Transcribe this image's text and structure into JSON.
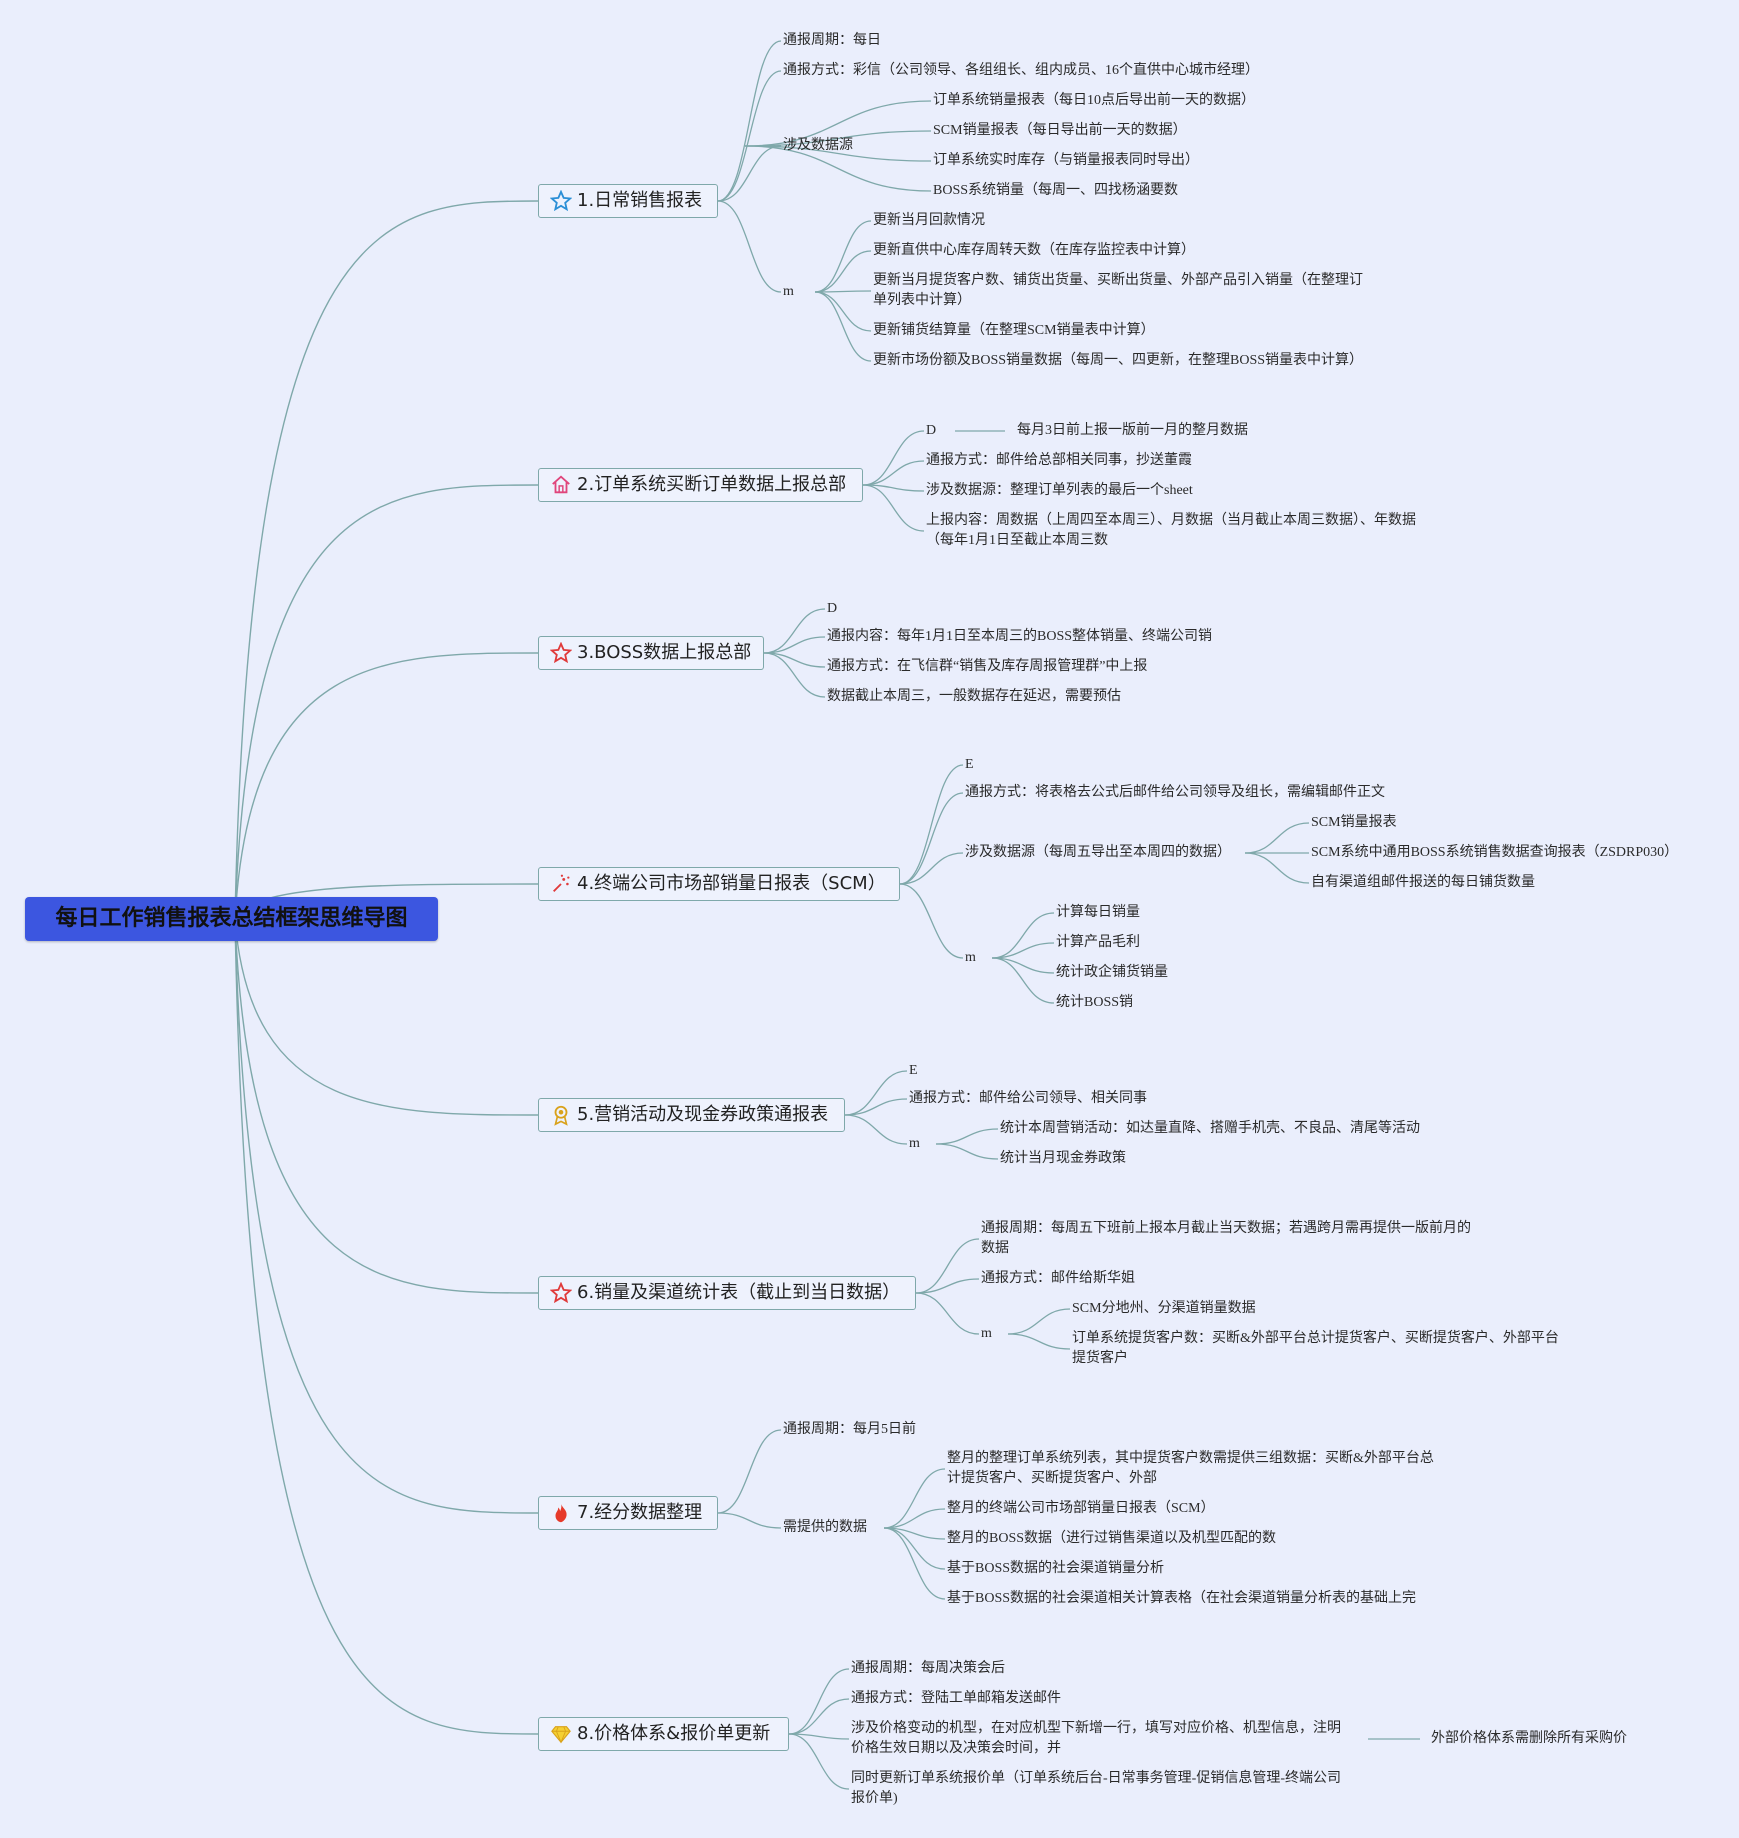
{
  "root": "每日工作销售报表总结框架思维导图",
  "colors": {
    "root_bg": "#3c56e0",
    "line": "#7fa8aa",
    "background": "#eaeefc"
  },
  "branches": [
    {
      "label": "1.日常销售报表",
      "icon": "star-outline-blue-icon",
      "children": [
        {
          "label": "通报周期：每日"
        },
        {
          "label": "通报方式：彩信（公司领导、各组组长、组内成员、16个直供中心城市经理）"
        },
        {
          "label": "涉及数据源",
          "children": [
            "订单系统销量报表（每日10点后导出前一天的数据）",
            "SCM销量报表（每日导出前一天的数据）",
            "订单系统实时库存（与销量报表同时导出）",
            "BOSS系统销量（每周一、四找杨涵要数"
          ]
        },
        {
          "label": "m",
          "children": [
            "更新当月回款情况",
            "更新直供中心库存周转天数（在库存监控表中计算）",
            "更新当月提货客户数、铺货出货量、买断出货量、外部产品引入销量（在整理订单列表中计算）",
            "更新铺货结算量（在整理SCM销量表中计算）",
            "更新市场份额及BOSS销量数据（每周一、四更新，在整理BOSS销量表中计算）"
          ]
        }
      ]
    },
    {
      "label": "2.订单系统买断订单数据上报总部",
      "icon": "home-icon",
      "children": [
        {
          "label": "D",
          "children": [
            "每月3日前上报一版前一月的整月数据"
          ]
        },
        {
          "label": "通报方式：邮件给总部相关同事，抄送董霞"
        },
        {
          "label": "涉及数据源：整理订单列表的最后一个sheet"
        },
        {
          "label": "上报内容：周数据（上周四至本周三）、月数据（当月截止本周三数据）、年数据（每年1月1日至截止本周三数"
        }
      ]
    },
    {
      "label": "3.BOSS数据上报总部",
      "icon": "star-outline-red-icon",
      "children": [
        {
          "label": "D"
        },
        {
          "label": "通报内容：每年1月1日至本周三的BOSS整体销量、终端公司销"
        },
        {
          "label": "通报方式：在飞信群“销售及库存周报管理群”中上报"
        },
        {
          "label": "数据截止本周三，一般数据存在延迟，需要预估"
        }
      ]
    },
    {
      "label": "4.终端公司市场部销量日报表（SCM）",
      "icon": "sparkle-icon",
      "children": [
        {
          "label": "E"
        },
        {
          "label": "通报方式：将表格去公式后邮件给公司领导及组长，需编辑邮件正文"
        },
        {
          "label": "涉及数据源（每周五导出至本周四的数据）",
          "children": [
            "SCM销量报表",
            "SCM系统中通用BOSS系统销售数据查询报表（ZSDRP030）",
            "自有渠道组邮件报送的每日铺货数量"
          ]
        },
        {
          "label": "m",
          "children": [
            "计算每日销量",
            "计算产品毛利",
            "统计政企铺货销量",
            "统计BOSS销"
          ]
        }
      ]
    },
    {
      "label": "5.营销活动及现金券政策通报表",
      "icon": "award-icon",
      "children": [
        {
          "label": "E"
        },
        {
          "label": "通报方式：邮件给公司领导、相关同事"
        },
        {
          "label": "m",
          "children": [
            "统计本周营销活动：如达量直降、搭赠手机壳、不良品、清尾等活动",
            "统计当月现金券政策"
          ]
        }
      ]
    },
    {
      "label": "6.销量及渠道统计表（截止到当日数据）",
      "icon": "star-outline-red-icon",
      "children": [
        {
          "label": "通报周期：每周五下班前上报本月截止当天数据；若遇跨月需再提供一版前月的数据"
        },
        {
          "label": "通报方式：邮件给斯华姐"
        },
        {
          "label": "m",
          "children": [
            "SCM分地州、分渠道销量数据",
            "订单系统提货客户数：买断&外部平台总计提货客户、买断提货客户、外部平台提货客户"
          ]
        }
      ]
    },
    {
      "label": "7.经分数据整理",
      "icon": "flame-icon",
      "children": [
        {
          "label": "通报周期：每月5日前"
        },
        {
          "label": "需提供的数据",
          "children": [
            "整月的整理订单系统列表，其中提货客户数需提供三组数据：买断&外部平台总计提货客户、买断提货客户、外部",
            "整月的终端公司市场部销量日报表（SCM）",
            "整月的BOSS数据（进行过销售渠道以及机型匹配的数",
            "基于BOSS数据的社会渠道销量分析",
            "基于BOSS数据的社会渠道相关计算表格（在社会渠道销量分析表的基础上完"
          ]
        }
      ]
    },
    {
      "label": "8.价格体系&报价单更新",
      "icon": "diamond-icon",
      "children": [
        {
          "label": "通报周期：每周决策会后"
        },
        {
          "label": "通报方式：登陆工单邮箱发送邮件"
        },
        {
          "label": "涉及价格变动的机型，在对应机型下新增一行，填写对应价格、机型信息，注明价格生效日期以及决策会时间，并",
          "children": [
            "外部价格体系需删除所有采购价"
          ]
        },
        {
          "label": "同时更新订单系统报价单（订单系统后台-日常事务管理-促销信息管理-终端公司报价单)"
        }
      ]
    }
  ]
}
